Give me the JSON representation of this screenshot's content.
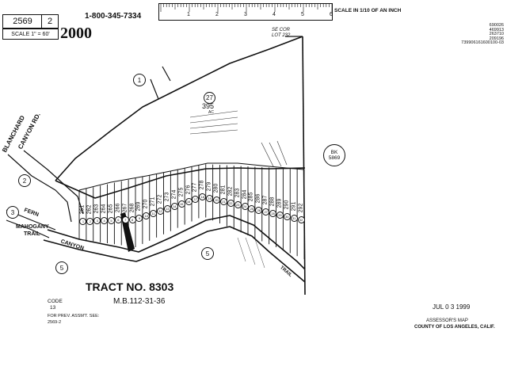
{
  "header": {
    "book_number": "2569",
    "page_number": "2",
    "sheet_number": "2000",
    "scale_text": "SCALE 1\" = 60'",
    "phone": "1-800-345-7334",
    "ruler_ticks": [
      "1",
      "2",
      "3",
      "4",
      "5",
      "6"
    ],
    "ruler_caption": "SCALE IN 1/10 OF AN INCH",
    "corner_notes": [
      "690026",
      "469913",
      "263710",
      "209196",
      "739906161600100-03"
    ]
  },
  "map": {
    "road_labels": {
      "blanchard": "BLANCHARD",
      "canyon_rd": "CANYON RD.",
      "fern": "FERN",
      "mahogany": "MAHOGANY",
      "trail": "TRAIL",
      "canyon": "CANYON",
      "trail_right": "TRAIL"
    },
    "parcel_circles": [
      "1",
      "2",
      "3",
      "5",
      "5",
      "27"
    ],
    "book_label": "BK",
    "book_ref": "5869",
    "big_parcel_number": "395",
    "big_parcel_unit": "AC",
    "lot_labels": [
      "261",
      "262",
      "263",
      "264",
      "265",
      "266",
      "267",
      "268",
      "269",
      "270",
      "271",
      "272",
      "273",
      "274",
      "275",
      "276",
      "277",
      "278",
      "279",
      "280",
      "281",
      "282",
      "283",
      "284",
      "285",
      "286",
      "287",
      "288",
      "289",
      "290",
      "291",
      "292"
    ],
    "lot_number_circles": [
      "1",
      "2",
      "3",
      "4",
      "5",
      "6",
      "7",
      "8",
      "9",
      "10",
      "11",
      "12",
      "13",
      "14",
      "15",
      "16",
      "17",
      "18",
      "19",
      "20",
      "21",
      "22",
      "23",
      "24",
      "25",
      "26",
      "27",
      "28",
      "29",
      "30",
      "31",
      "32"
    ],
    "sec_cor_label": "SE COR",
    "lot_232_label": "LOT 232"
  },
  "footer": {
    "tract": "TRACT NO. 8303",
    "mb": "M.B.112-31-36",
    "code_label": "CODE",
    "code_value": "13",
    "prev_assmt": "FOR PREV. ASSM'T. SEE:",
    "prev_ref": "2569-2",
    "date_stamp": "JUL 0 3 1999",
    "assessor_map": "ASSESSOR'S MAP",
    "county": "COUNTY OF LOS ANGELES, CALIF."
  }
}
